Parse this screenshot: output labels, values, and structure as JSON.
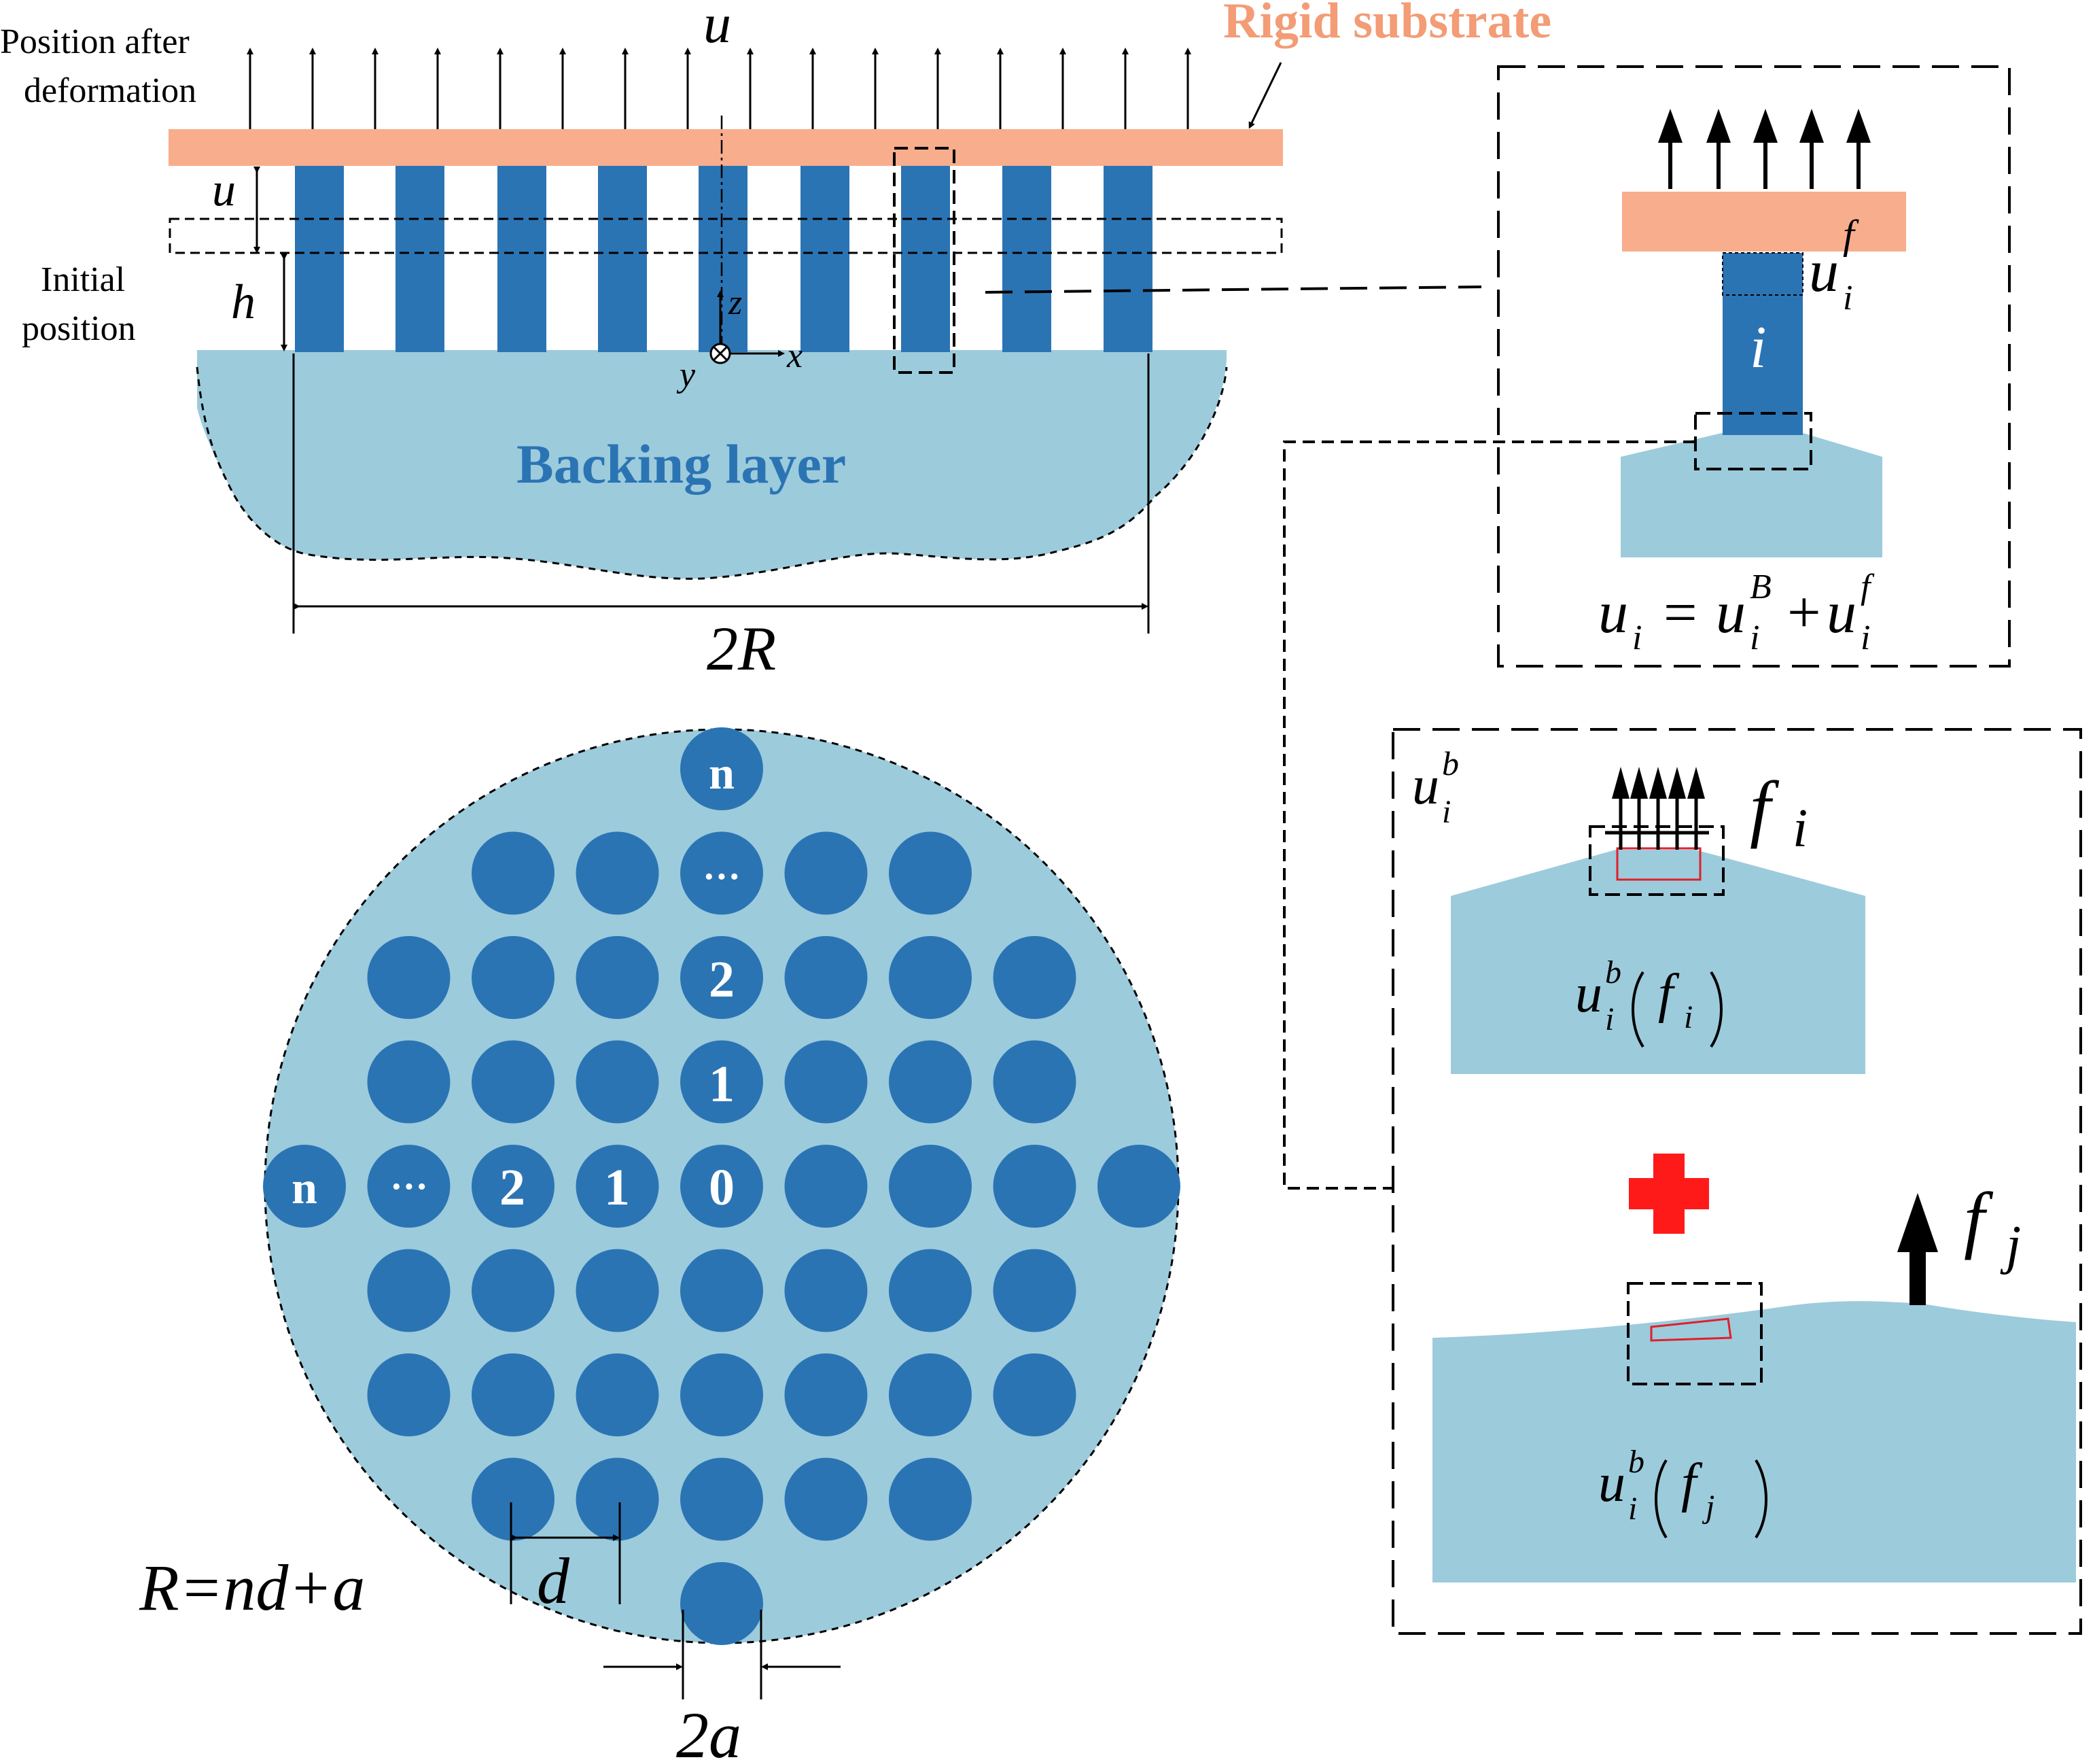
{
  "colors": {
    "substrate": "#f8ad8c",
    "substrate_text": "#f39c75",
    "fiber": "#2b74b4",
    "backing": "#9ccbdc",
    "backing_text": "#2b74b4",
    "plus": "#ff1a1a",
    "red_box": "#e0202a"
  },
  "icons": {
    "arrow": "up-arrow-icon",
    "plus": "plus-icon",
    "axis": "coordinate-axes-icon"
  },
  "top_view": {
    "u_top": "u",
    "rigid_substrate": "Rigid substrate",
    "position_after_1": "Position after",
    "position_after_2": "deformation",
    "u_side": "u",
    "initial_1": "Initial",
    "initial_2": "position",
    "h": "h",
    "axis_z": "z",
    "axis_x": "x",
    "axis_y": "y",
    "backing_layer": "Backing layer",
    "two_r": "2R"
  },
  "inset_top": {
    "fiber_label": "i",
    "u_i_f_base": "u",
    "u_i_f_sub": "i",
    "u_i_f_sup": "f",
    "eq_lhs": "u",
    "eq_lhs_sub": "i",
    "eq_eq": "=",
    "eq_t1": "u",
    "eq_t1_sub": "i",
    "eq_t1_sup": "B",
    "eq_plus": "+",
    "eq_t2": "u",
    "eq_t2_sub": "i",
    "eq_t2_sup": "f"
  },
  "inset_bottom": {
    "u_b_base": "u",
    "u_b_sub": "i",
    "u_b_sup": "b",
    "fi_base": "f",
    "fi_sub": "i",
    "fj_base": "f",
    "fj_sub": "j",
    "expr1_u": "u",
    "expr1_sub": "i",
    "expr1_sup": "b",
    "expr1_f": "f",
    "expr1_fsub": "i",
    "expr2_u": "u",
    "expr2_sub": "i",
    "expr2_sup": "b",
    "expr2_f": "f",
    "expr2_fsub": "j"
  },
  "plan_view": {
    "label_n_top": "n",
    "label_dots_top": "···",
    "label_2_top": "2",
    "label_1_top": "1",
    "label_0": "0",
    "label_1_left": "1",
    "label_2_left": "2",
    "label_dots_left": "···",
    "label_n_left": "n",
    "r_formula": "R=nd+a",
    "d": "d",
    "two_a": "2a"
  }
}
